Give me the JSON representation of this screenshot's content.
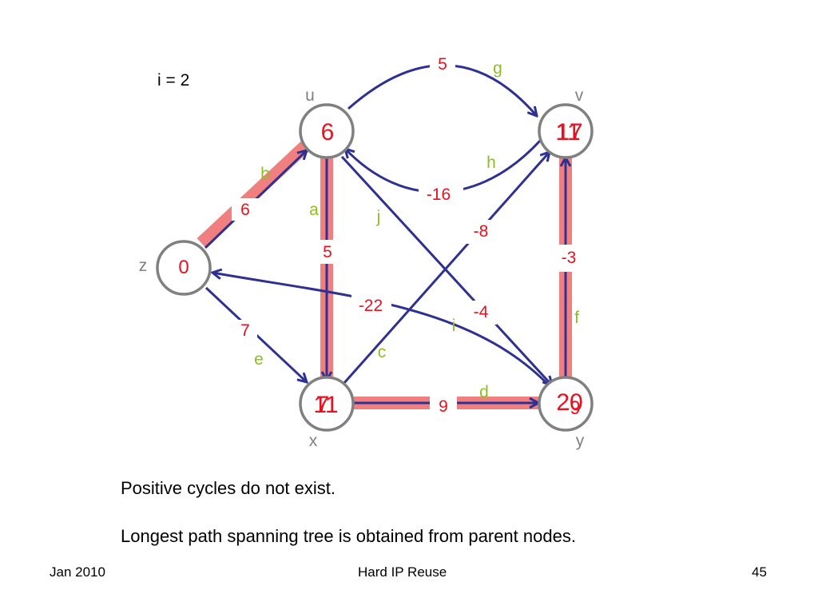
{
  "iteration_label": "i = 2",
  "nodes": {
    "z": {
      "name": "z",
      "value": "0"
    },
    "u": {
      "name": "u",
      "value": "6"
    },
    "v": {
      "name": "v",
      "value_old": "11",
      "value_new": "17"
    },
    "x": {
      "name": "x",
      "value_old": "7",
      "value_new": "11"
    },
    "y": {
      "name": "y",
      "value_old": "20",
      "value_new": "-9"
    }
  },
  "edges": {
    "a": {
      "name": "a",
      "weight": "5"
    },
    "b": {
      "name": "b",
      "weight": "6"
    },
    "c": {
      "name": "c",
      "weight": "-8"
    },
    "d": {
      "name": "d",
      "weight": "9"
    },
    "e": {
      "name": "e",
      "weight": "7"
    },
    "f": {
      "name": "f",
      "weight": "-3"
    },
    "g": {
      "name": "g",
      "weight": "5"
    },
    "h": {
      "name": "h",
      "weight": "-16"
    },
    "i": {
      "name": "i",
      "weight": "-22"
    },
    "j": {
      "name": "j",
      "weight": "-4"
    }
  },
  "notes": {
    "line1": "Positive cycles do not exist.",
    "line2": "Longest path spanning tree is obtained from parent nodes."
  },
  "footer": {
    "date": "Jan 2010",
    "title": "Hard IP Reuse",
    "page": "45"
  },
  "colors": {
    "edge": "#2e3192",
    "highlight": "#f08080",
    "weight": "#e8111f",
    "edge_name": "#8dbf1e",
    "node_border": "#808080"
  }
}
